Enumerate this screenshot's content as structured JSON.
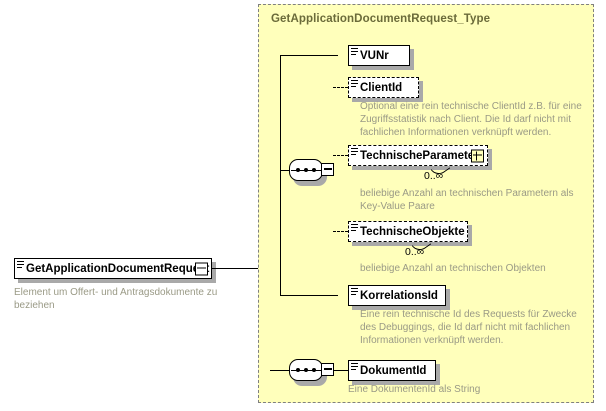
{
  "diagram": {
    "kind": "xsd-schema-diagram",
    "background_color": "#ffffff",
    "type_box_color": "#ffffbb",
    "type_border_color": "#808080",
    "doc_text_color": "#9a9a86"
  },
  "root_element": {
    "name": "GetApplicationDocumentRequest",
    "expander": "minus-icon",
    "documentation": "Element um Offert- und Antragsdokumente zu beziehen"
  },
  "complex_type": {
    "title": "GetApplicationDocumentRequest_Type"
  },
  "compositors": [
    {
      "name": "sequence-compositor-upper",
      "kind": "sequence"
    },
    {
      "name": "sequence-compositor-lower",
      "kind": "sequence"
    }
  ],
  "elements": [
    {
      "name": "VUNr",
      "optional": false,
      "expandable": false,
      "occurs": "",
      "documentation": ""
    },
    {
      "name": "ClientId",
      "optional": true,
      "expandable": false,
      "occurs": "",
      "documentation": "Optional eine rein technische ClientId z.B. für eine Zugriffsstatistik nach Client. Die Id darf nicht mit fachlichen Informationen verknüpft werden."
    },
    {
      "name": "TechnischeParameter",
      "optional": true,
      "expandable": true,
      "occurs": "0..∞",
      "documentation": "beliebige Anzahl an technischen Parametern als Key-Value Paare"
    },
    {
      "name": "TechnischeObjekte",
      "optional": true,
      "expandable": false,
      "occurs": "0..∞",
      "documentation": "beliebige Anzahl an technischen Objekten"
    },
    {
      "name": "KorrelationsId",
      "optional": false,
      "expandable": false,
      "occurs": "",
      "documentation": "Eine rein technische Id des Requests für Zwecke des Debuggings, die Id darf nicht mit fachlichen Informationen verknüpft werden."
    },
    {
      "name": "DokumentId",
      "optional": false,
      "expandable": false,
      "occurs": "",
      "documentation": "Eine DokumentenId als String"
    }
  ]
}
